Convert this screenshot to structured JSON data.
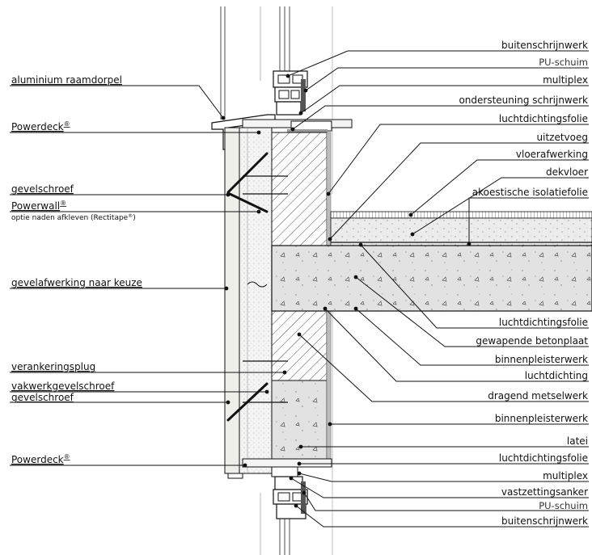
{
  "labels_left": [
    {
      "id": "aluminium-raamdorpel",
      "text": "aluminium raamdorpel"
    },
    {
      "id": "powerdeck-top",
      "text": "Powerdeck",
      "sup": "®"
    },
    {
      "id": "gevelschroef-top",
      "text": "gevelschroef"
    },
    {
      "id": "powerwall",
      "text": "Powerwall",
      "sup": "®"
    },
    {
      "id": "powerwall-note",
      "text": "optie naden afkleven (Rectitape",
      "sup": "®",
      "tail": ")"
    },
    {
      "id": "gevelafwerking",
      "text": "gevelafwerking naar keuze"
    },
    {
      "id": "verankeringsplug",
      "text": "verankeringsplug"
    },
    {
      "id": "vakwerkgevelschroef",
      "text": "vakwerkgevelschroef"
    },
    {
      "id": "gevelschroef-bottom",
      "text": "gevelschroef"
    },
    {
      "id": "powerdeck-bottom",
      "text": "Powerdeck",
      "sup": "®"
    }
  ],
  "labels_right": [
    {
      "id": "buitenschrijnwerk-top",
      "text": "buitenschrijnwerk"
    },
    {
      "id": "pu-schuim-top",
      "text": "PU-schuim"
    },
    {
      "id": "multiplex-top",
      "text": "multiplex"
    },
    {
      "id": "ondersteuning-schrijnwerk",
      "text": "ondersteuning schrijnwerk"
    },
    {
      "id": "luchtdichtingsfolie-top",
      "text": "luchtdichtingsfolie"
    },
    {
      "id": "uitzetvoeg",
      "text": "uitzetvoeg"
    },
    {
      "id": "vloerafwerking",
      "text": "vloerafwerking"
    },
    {
      "id": "dekvloer",
      "text": "dekvloer"
    },
    {
      "id": "akoestische-isolatiefolie",
      "text": "akoestische isolatiefolie"
    },
    {
      "id": "luchtdichtingsfolie-mid",
      "text": "luchtdichtingsfolie"
    },
    {
      "id": "gewapende-betonplaat",
      "text": "gewapende betonplaat"
    },
    {
      "id": "binnenpleisterwerk-top",
      "text": "binnenpleisterwerk"
    },
    {
      "id": "luchtdichting",
      "text": "luchtdichting"
    },
    {
      "id": "dragend-metselwerk",
      "text": "dragend metselwerk"
    },
    {
      "id": "binnenpleisterwerk-bottom",
      "text": "binnenpleisterwerk"
    },
    {
      "id": "latei",
      "text": "latei"
    },
    {
      "id": "luchtdichtingsfolie-bottom",
      "text": "luchtdichtingsfolie"
    },
    {
      "id": "multiplex-bottom",
      "text": "multiplex"
    },
    {
      "id": "vastzettingsanker",
      "text": "vastzettingsanker"
    },
    {
      "id": "pu-schuim-bottom",
      "text": "PU-schuim"
    },
    {
      "id": "buitenschrijnwerk-bottom",
      "text": "buitenschrijnwerk"
    }
  ]
}
